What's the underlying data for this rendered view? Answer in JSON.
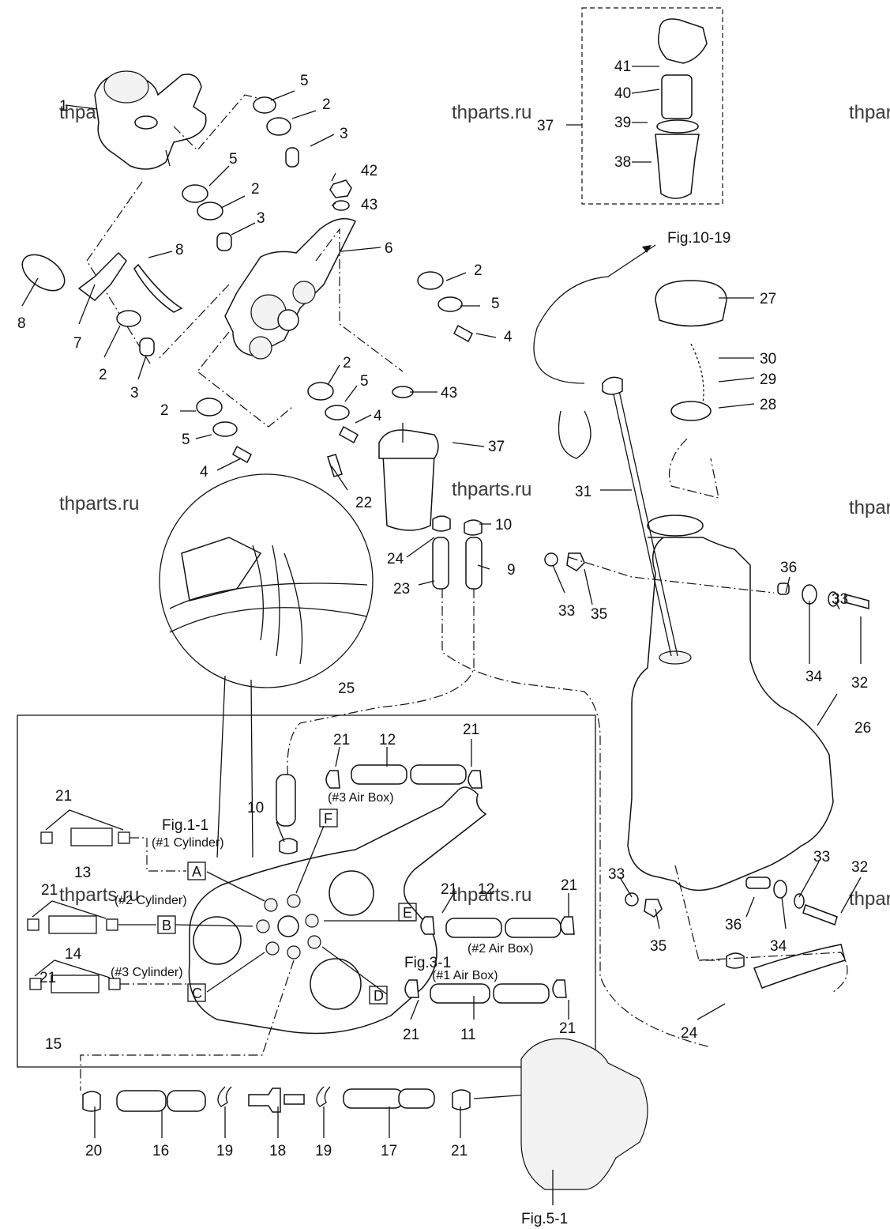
{
  "watermark": "thparts.ru",
  "figure_refs": {
    "fig10_19": "Fig.10-19",
    "fig1_1": "Fig.1-1",
    "fig3_1": "Fig.3-1",
    "fig5_1": "Fig.5-1"
  },
  "inset_labels": {
    "cyl1": "(#1 Cylinder)",
    "cyl2": "(#2 Cylinder)",
    "cyl3": "(#3 Cylinder)",
    "air3": "(#3 Air Box)",
    "air2": "(#2 Air Box)",
    "air1": "(#1 Air Box)"
  },
  "port_letters": [
    "A",
    "B",
    "C",
    "D",
    "E",
    "F"
  ],
  "callouts": {
    "c1": "1",
    "c2": "2",
    "c3": "3",
    "c4": "4",
    "c5": "5",
    "c6": "6",
    "c7": "7",
    "c8": "8",
    "c9": "9",
    "c10": "10",
    "c11": "11",
    "c12": "12",
    "c13": "13",
    "c14": "14",
    "c15": "15",
    "c16": "16",
    "c17": "17",
    "c18": "18",
    "c19": "19",
    "c20": "20",
    "c21": "21",
    "c22": "22",
    "c23": "23",
    "c24": "24",
    "c25": "25",
    "c26": "26",
    "c27": "27",
    "c28": "28",
    "c29": "29",
    "c30": "30",
    "c31": "31",
    "c32": "32",
    "c33": "33",
    "c34": "34",
    "c35": "35",
    "c36": "36",
    "c37": "37",
    "c38": "38",
    "c39": "39",
    "c40": "40",
    "c41": "41",
    "c42": "42",
    "c43": "43"
  }
}
